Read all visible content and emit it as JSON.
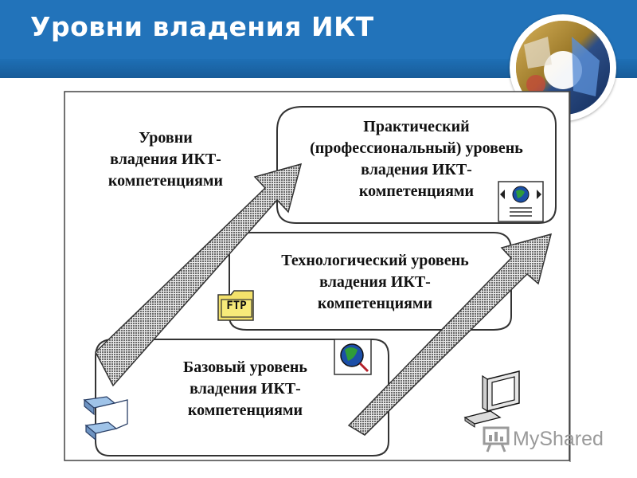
{
  "slide": {
    "title": "Уровни владения ИКТ"
  },
  "diagram": {
    "arrow_label": {
      "lines": [
        "Уровни",
        "владения ИКТ-",
        "компетенциями"
      ]
    },
    "levels": [
      {
        "id": "practical",
        "lines": [
          "Практический",
          "(профессиональный) уровень",
          "владения ИКТ-",
          "компетенциями"
        ],
        "icon": "web-document-icon"
      },
      {
        "id": "technological",
        "lines": [
          "Технологический уровень",
          "владения ИКТ-",
          "компетенциями"
        ],
        "icon": "ftp-folder-icon",
        "icon_text": "FTP"
      },
      {
        "id": "basic",
        "lines": [
          "Базовый уровень",
          "владения ИКТ-",
          "компетенциями"
        ],
        "icon": "globe-search-icon"
      }
    ],
    "decor_icons": [
      "phone-network-icon",
      "computer-icon"
    ]
  },
  "watermark": {
    "text": "MyShared",
    "icon": "presentation-board-icon"
  },
  "colors": {
    "header": "#2273ba",
    "header_strip": "#185c99",
    "arrow_fill": "#9b9b9b",
    "box_border": "#333333"
  }
}
